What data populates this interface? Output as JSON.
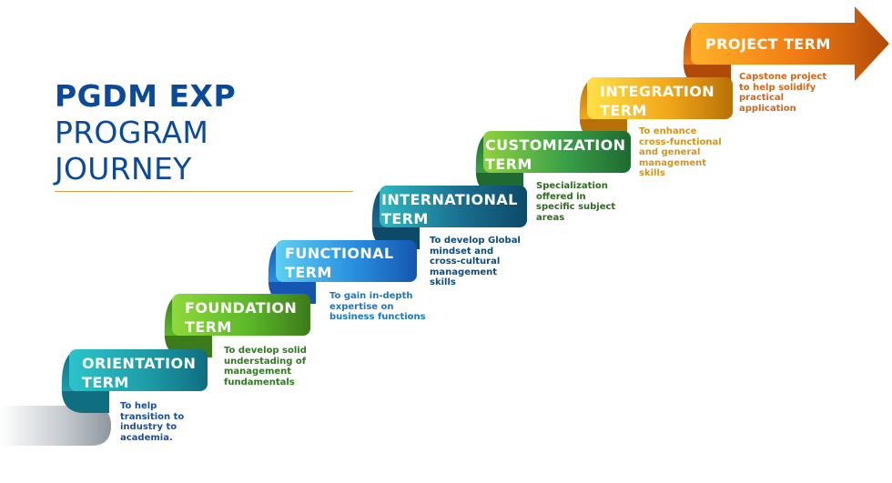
{
  "heading": {
    "line1": "PGDM EXP",
    "line2": "PROGRAM JOURNEY"
  },
  "steps": [
    {
      "name": "orientation",
      "title1": "ORIENTATION",
      "title2": "TERM",
      "desc": "To help transition to industry to academia.",
      "desc_color": "#1a4f9c",
      "colors": [
        "#1e9ea8",
        "#2bc4cc",
        "#0f6e80"
      ]
    },
    {
      "name": "foundation",
      "title1": "FOUNDATION",
      "title2": "TERM",
      "desc": "To develop solid understading of management fundamentals",
      "desc_color": "#2e7a1e",
      "colors": [
        "#5cb82a",
        "#8fd93a",
        "#3c7a1a"
      ]
    },
    {
      "name": "functional",
      "title1": "FUNCTIONAL",
      "title2": "TERM",
      "desc": "To gain in-depth expertise on business functions",
      "desc_color": "#1a78c8",
      "colors": [
        "#2a8fe0",
        "#5ed0f0",
        "#1456b0"
      ]
    },
    {
      "name": "international",
      "title1": "INTERNATIONAL",
      "title2": "TERM",
      "desc": "To develop Global mindset and cross-cultural management skills",
      "desc_color": "#0d4a7a",
      "colors": [
        "#1a6e90",
        "#2fb8c0",
        "#0c4a68"
      ]
    },
    {
      "name": "customization",
      "title1": "CUSTOMIZATION",
      "title2": "TERM",
      "desc": "Specialization offered in specific subject areas",
      "desc_color": "#2e6a1e",
      "colors": [
        "#3aa048",
        "#8fd23c",
        "#1e6a30"
      ]
    },
    {
      "name": "integration",
      "title1": "INTEGRATION",
      "title2": "TERM",
      "desc": "To enhance cross-functional and general management skills",
      "desc_color": "#d4941a",
      "colors": [
        "#f2a81a",
        "#ffe04a",
        "#b87008"
      ]
    },
    {
      "name": "project",
      "title1": "PROJECT TERM",
      "title2": "",
      "desc": "Capstone project to help solidify practical application",
      "desc_color": "#d2661a",
      "colors": [
        "#f07a12",
        "#ffb22a",
        "#b04a08"
      ]
    }
  ]
}
